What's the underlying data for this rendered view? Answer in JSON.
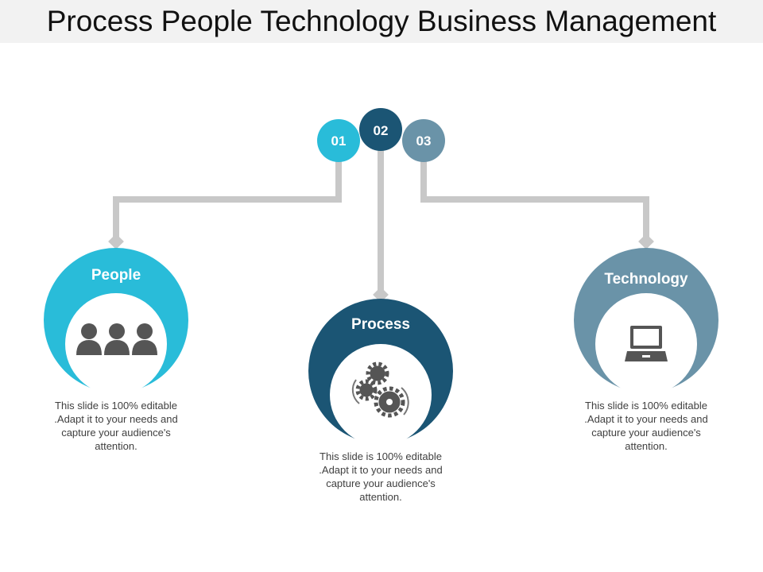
{
  "title": "Process People Technology Business Management",
  "colors": {
    "people": "#29bcd9",
    "process": "#1b5574",
    "technology": "#6a93a8",
    "connector": "#c8c8c8",
    "icon": "#555555"
  },
  "items": [
    {
      "number": "01",
      "label": "People",
      "icon": "people-group-icon",
      "description": "This slide is 100% editable .Adapt it to your needs and capture your audience's attention."
    },
    {
      "number": "02",
      "label": "Process",
      "icon": "gears-icon",
      "description": "This slide is 100% editable .Adapt it to your needs and capture your audience's attention."
    },
    {
      "number": "03",
      "label": "Technology",
      "icon": "laptop-icon",
      "description": "This slide is 100% editable .Adapt it to your needs and capture your audience's attention."
    }
  ]
}
